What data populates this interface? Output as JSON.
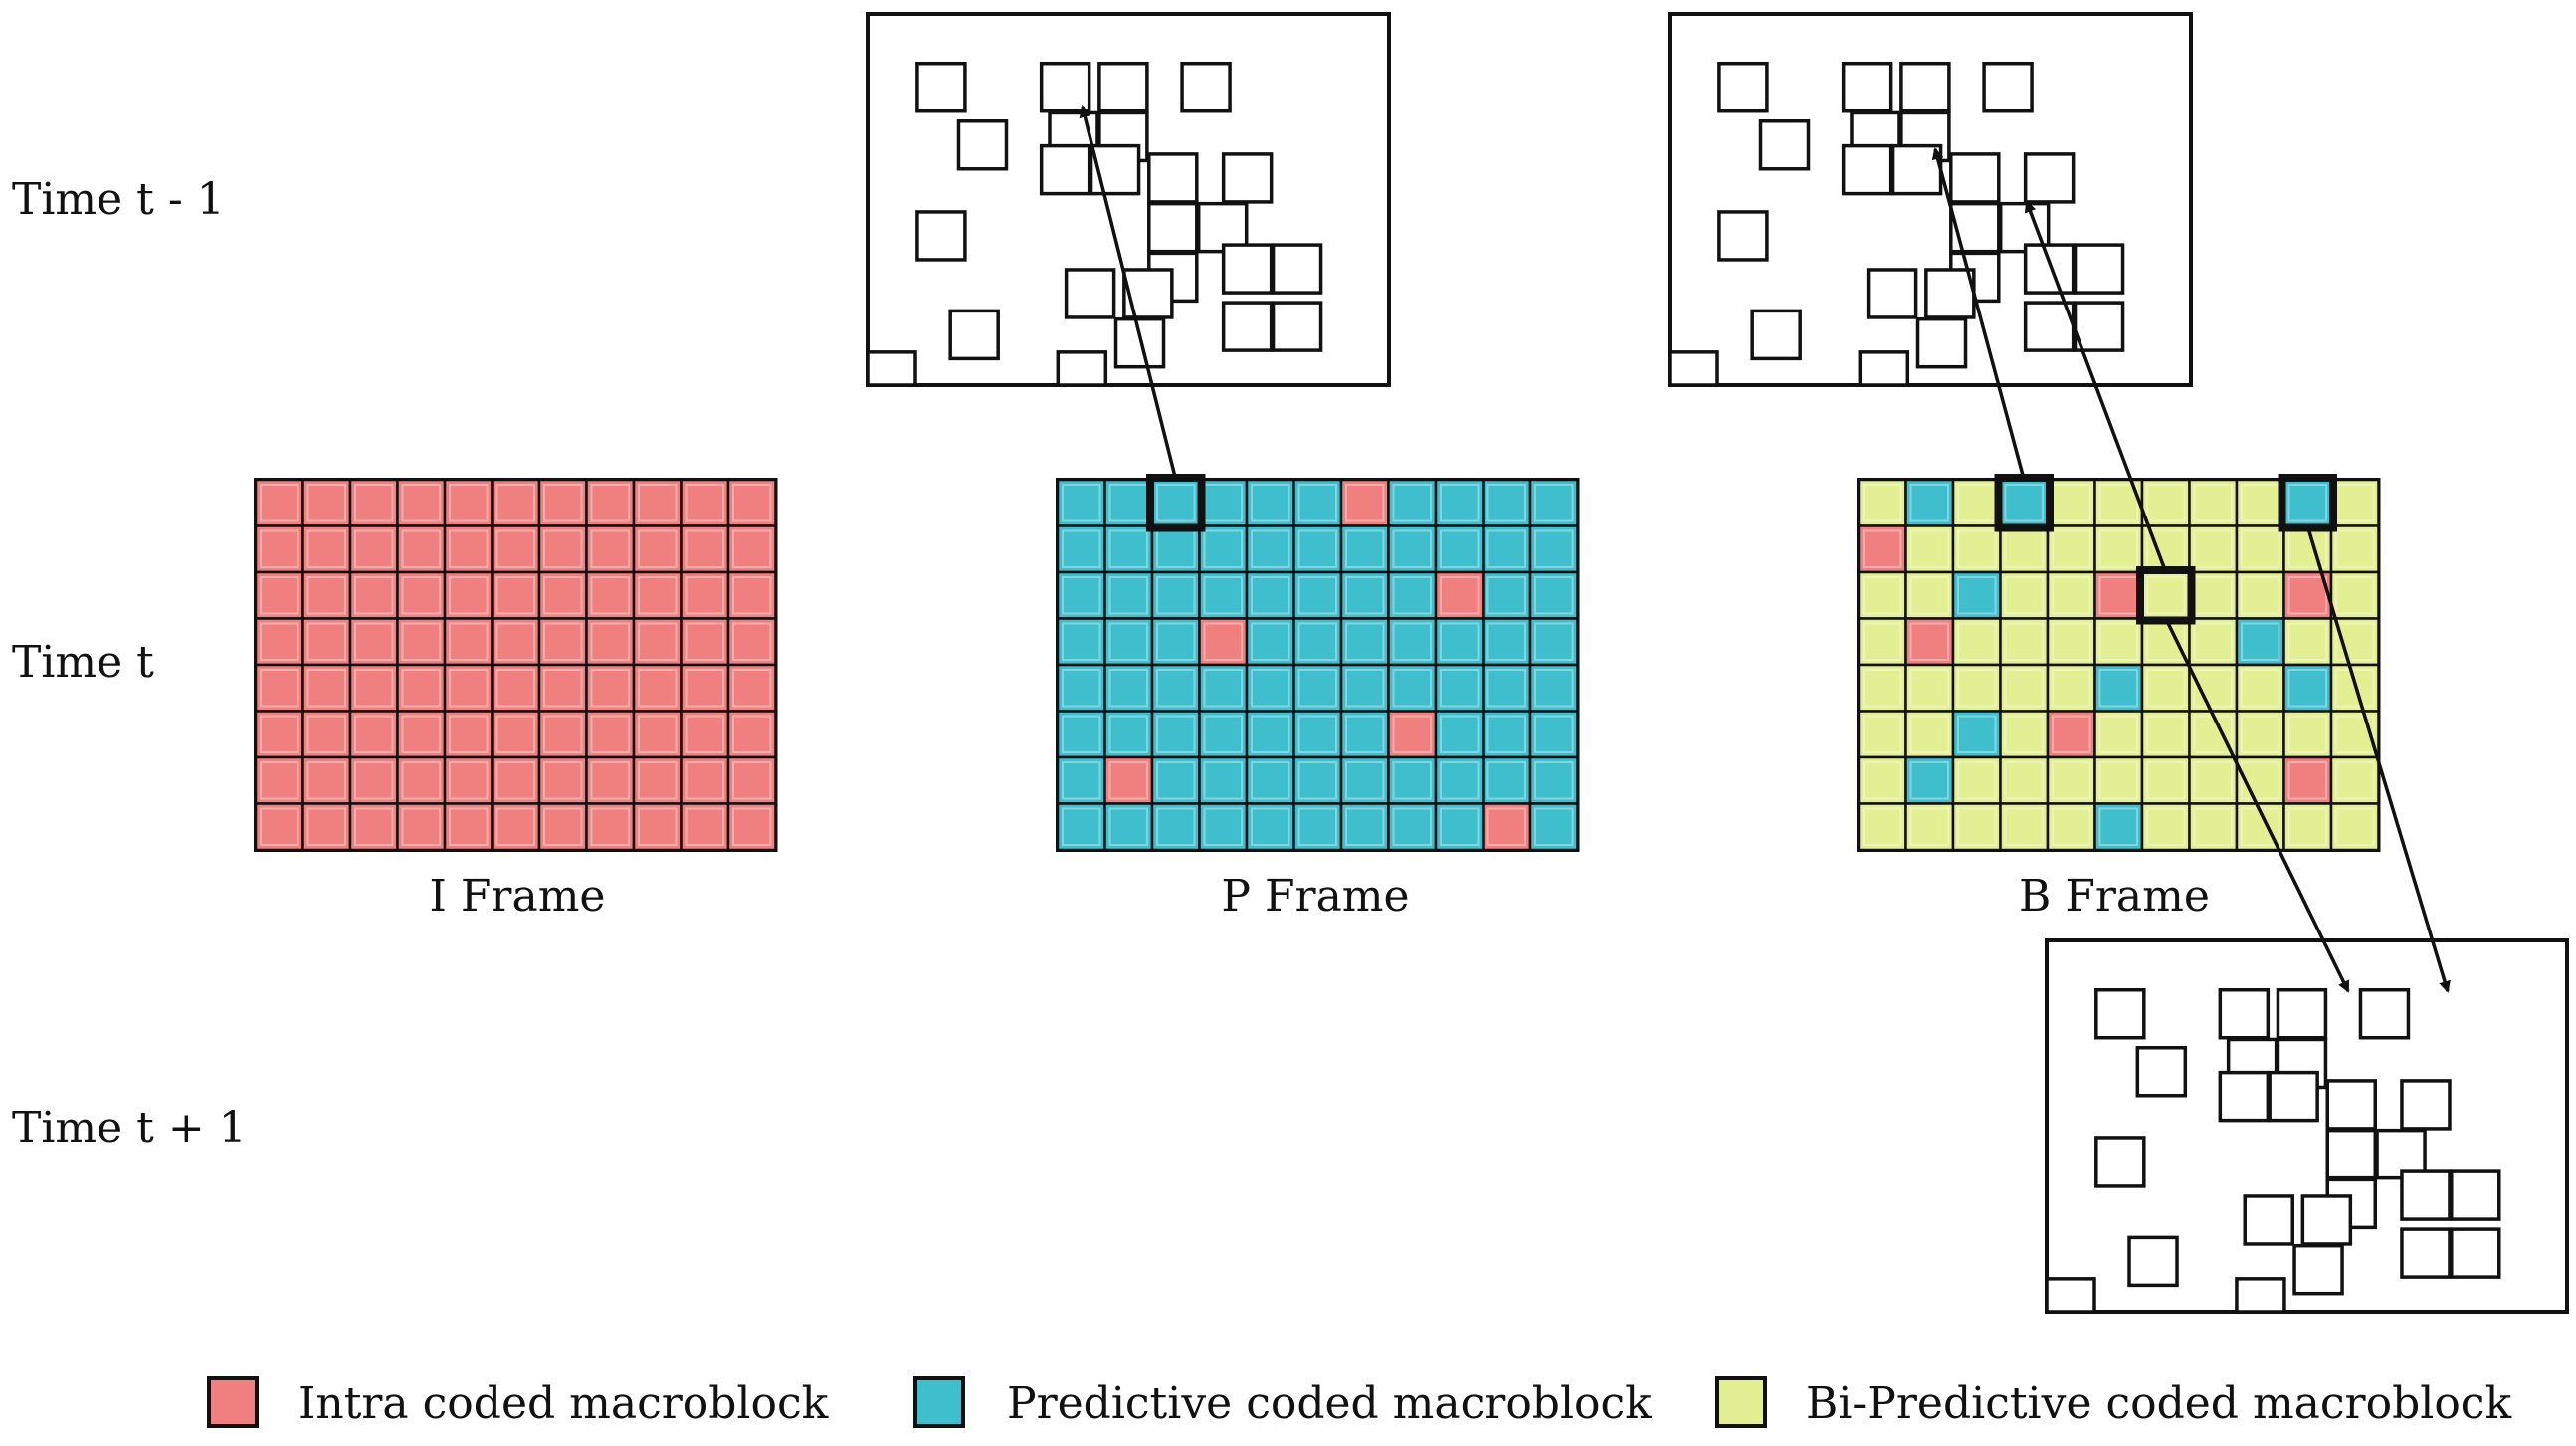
{
  "row_labels": {
    "prev": "Time t - 1",
    "curr": "Time t",
    "next": "Time t + 1"
  },
  "frame_labels": {
    "i": "I Frame",
    "p": "P Frame",
    "b": "B Frame"
  },
  "legend": {
    "intra": "Intra coded macroblock",
    "predictive": "Predictive coded macroblock",
    "bipredictive": "Bi-Predictive coded macroblock"
  },
  "colors": {
    "intra": "#f08080",
    "predictive": "#3fbfcd",
    "bipredictive": "#e3ef93",
    "outline": "#111111"
  },
  "grid": {
    "cols": 11,
    "rows": 8
  },
  "p_frame_intra_cells": [
    [
      0,
      6
    ],
    [
      2,
      8
    ],
    [
      3,
      3
    ],
    [
      5,
      7
    ],
    [
      6,
      1
    ],
    [
      7,
      9
    ]
  ],
  "b_frame_predictive_cells": [
    [
      0,
      1
    ],
    [
      0,
      3
    ],
    [
      0,
      9
    ],
    [
      2,
      2
    ],
    [
      3,
      8
    ],
    [
      4,
      5
    ],
    [
      4,
      9
    ],
    [
      5,
      2
    ],
    [
      6,
      1
    ],
    [
      7,
      5
    ]
  ],
  "b_frame_intra_cells": [
    [
      1,
      0
    ],
    [
      2,
      5
    ],
    [
      2,
      9
    ],
    [
      3,
      1
    ],
    [
      5,
      4
    ],
    [
      6,
      9
    ]
  ],
  "p_frame_highlight_cell": [
    0,
    2
  ],
  "b_frame_highlight_cells": [
    [
      0,
      3
    ],
    [
      2,
      6
    ],
    [
      0,
      9
    ]
  ]
}
